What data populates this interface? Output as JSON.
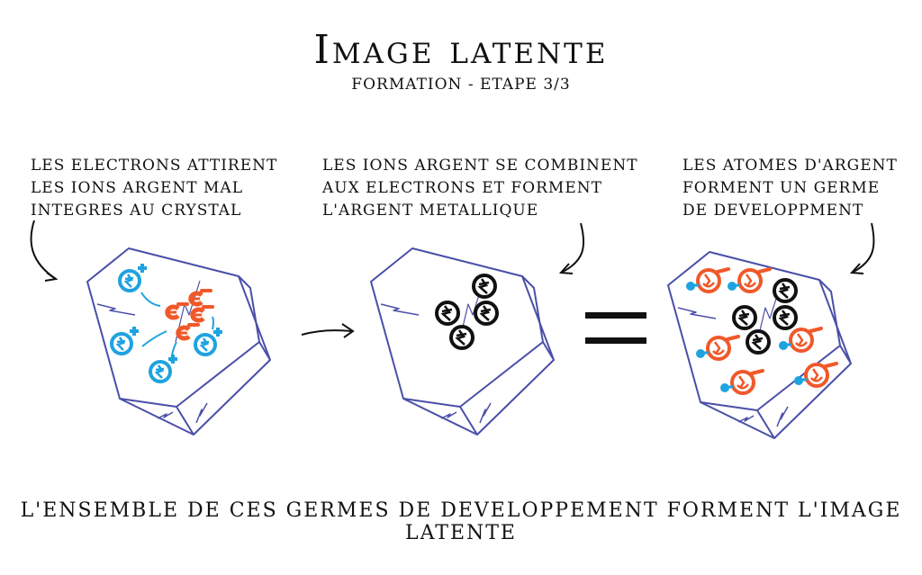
{
  "title": "Image latente",
  "subtitle": "Formation - etape 3/3",
  "captions": [
    [
      "Les electrons attirent",
      "les ions argent mal",
      "integres au crystal"
    ],
    [
      "Les ions argent se combinent",
      "aux electrons et forment",
      "l'argent metallique"
    ],
    [
      "Les atomes d'argent",
      "forment un germe",
      "de developpment"
    ]
  ],
  "footer": "L'ensemble de ces germes de developpement forment l'image latente",
  "colors": {
    "crystal": "#4a4fa8",
    "ion": "#1fa3e0",
    "electron": "#f0582a",
    "silver": "#111111"
  }
}
